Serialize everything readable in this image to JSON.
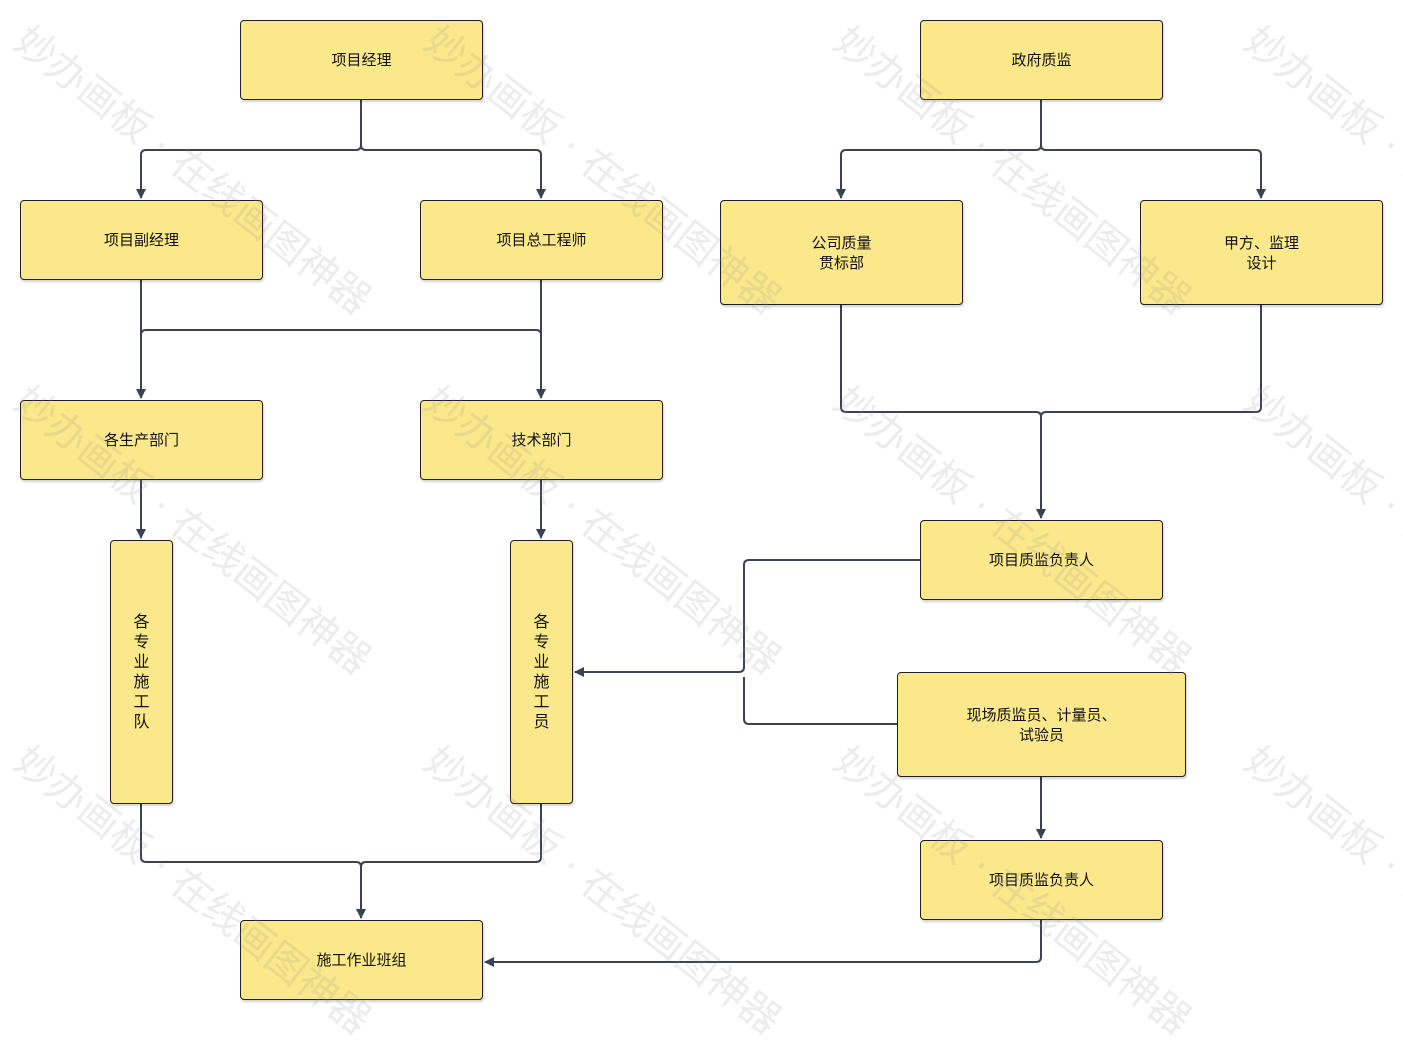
{
  "diagram": {
    "nodes": {
      "pm": "项目经理",
      "gov": "政府质监",
      "vice_pm": "项目副经理",
      "chief_eng": "项目总工程师",
      "company_quality": "公司质量\n贯标部",
      "owner_supervisor": "甲方、监理\n设计",
      "production_depts": "各生产部门",
      "tech_dept": "技术部门",
      "project_quality_head_1": "项目质监负责人",
      "specialty_teams": "各\n专\n业\n施\n工\n队",
      "specialty_workers": "各\n专\n业\n施\n工\n员",
      "site_inspectors": "现场质监员、计量员、\n试验员",
      "project_quality_head_2": "项目质监负责人",
      "work_groups": "施工作业班组"
    },
    "watermark": "妙办画板 · 在线画图神器",
    "colors": {
      "node_fill": "#fbe88a",
      "node_border": "#1f1f1f",
      "edge": "#3a4253"
    }
  }
}
